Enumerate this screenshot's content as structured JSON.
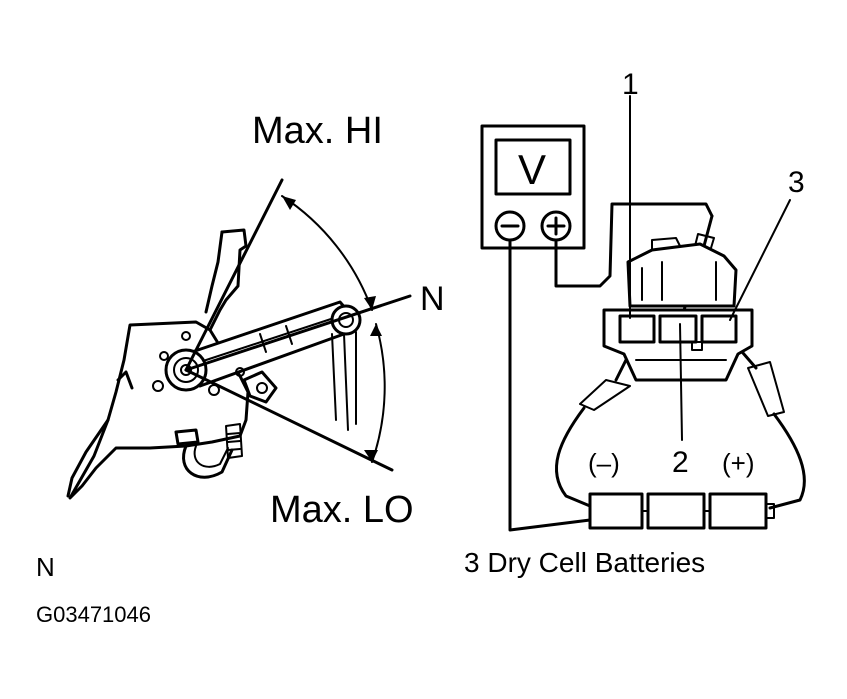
{
  "diagram": {
    "left": {
      "max_hi_label": "Max. HI",
      "n_label": "N",
      "max_lo_label": "Max. LO"
    },
    "right": {
      "meter_label": "V",
      "meter_neg_symbol": "−",
      "meter_pos_symbol": "+",
      "callout_1": "1",
      "callout_2": "2",
      "callout_3": "3",
      "battery_neg_label": "(–)",
      "battery_pos_label": "(+)",
      "battery_label": "3 Dry Cell Batteries"
    },
    "footer": {
      "n_label": "N",
      "figure_id": "G03471046"
    }
  }
}
